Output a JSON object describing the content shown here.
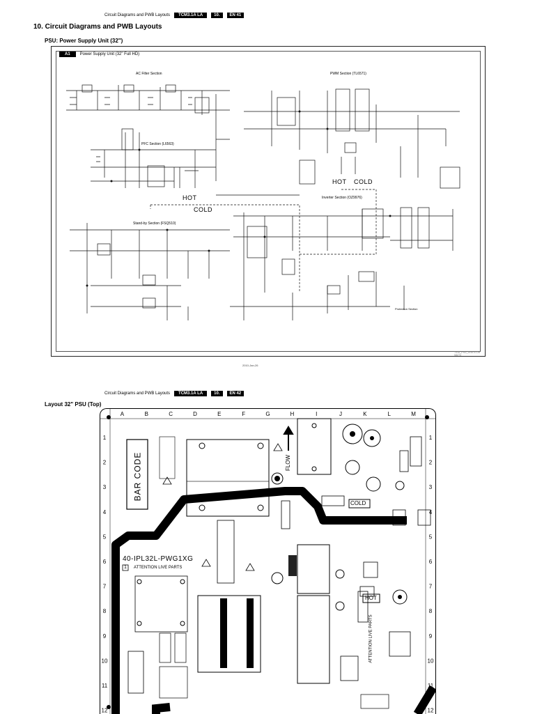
{
  "page1": {
    "header": {
      "text": "Circuit Diagrams and PWB Layouts",
      "model": "TCM3.1A LA",
      "chapter": "10.",
      "page": "EN 41"
    },
    "section_title": "10. Circuit Diagrams and PWB Layouts",
    "subtitle": "PSU: Power Supply Unit (32\")",
    "diagram_id": "A1",
    "diagram_title": "Power Supply Unit (32\" Full HD)",
    "labels": {
      "ac_filter": "AC Filter Section",
      "pwm": "PWM Section (TL6571)",
      "pfc": "PFC Section (L6563)",
      "hot1": "HOT",
      "hot2": "HOT",
      "cold1": "COLD",
      "cold2": "COLD",
      "inverter": "Inverter Section (OZ9976)",
      "standby": "Stand-by Section (FSQ510)",
      "protect": "Protection Section"
    },
    "date": "2010-Jan-26",
    "corner": [
      "TV32_PSU_2010.01.26",
      "S8273"
    ]
  },
  "page2": {
    "header": {
      "text": "Circuit Diagrams and PWB Layouts",
      "model": "TCM3.1A LA",
      "chapter": "10.",
      "page": "EN 42"
    },
    "layout_title": "Layout 32\" PSU (Top)",
    "columns": [
      "A",
      "B",
      "C",
      "D",
      "E",
      "F",
      "G",
      "H",
      "I",
      "J",
      "K",
      "L",
      "M"
    ],
    "rows": [
      "1",
      "2",
      "3",
      "4",
      "5",
      "6",
      "7",
      "8",
      "9",
      "10",
      "11",
      "12"
    ],
    "board_name": "40-IPL32L-PWG1XG",
    "attention_box": "1",
    "attention": "ATTENTION LIVE PARTS",
    "bar_code": "BAR CODE",
    "flow": "FLOW",
    "cold": "COLD",
    "hot": "HOT",
    "attention_vertical": "ATTENTION LIVE PARTS"
  }
}
